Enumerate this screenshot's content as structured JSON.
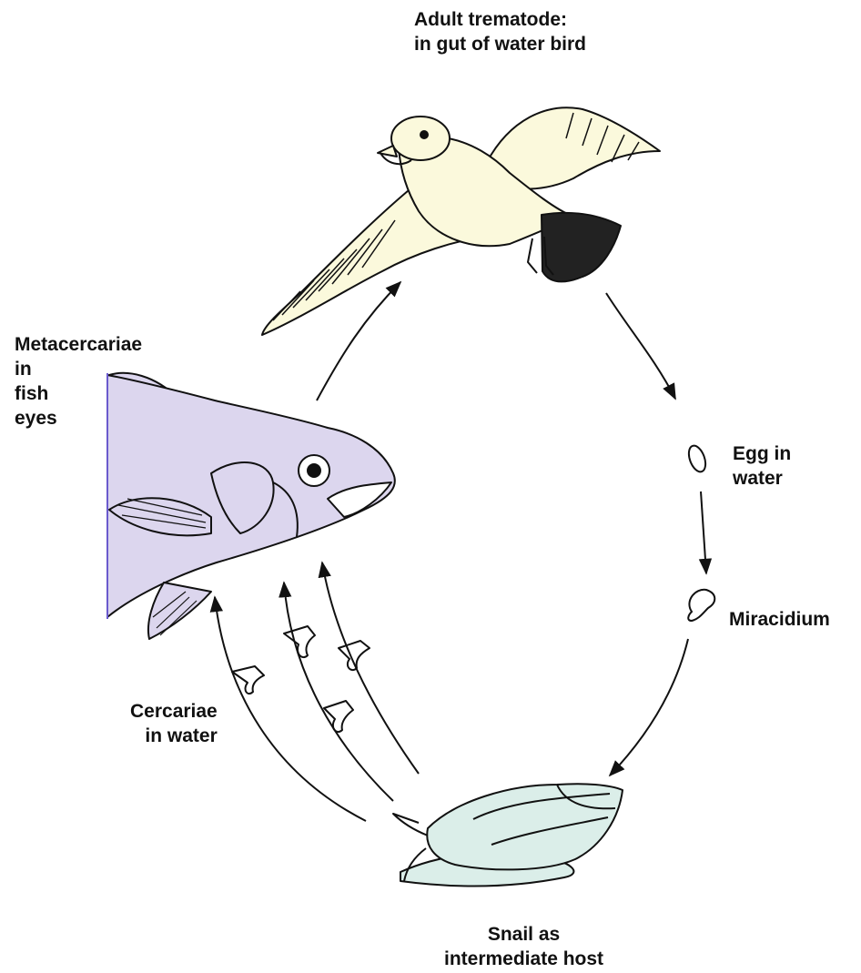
{
  "labels": {
    "adult": [
      "Adult trematode:",
      "in gut of water bird"
    ],
    "meta": [
      "Metacercariae",
      "in",
      "fish",
      "eyes"
    ],
    "egg": [
      "Egg in",
      "water"
    ],
    "miracidium": [
      "Miracidium"
    ],
    "cercariae": [
      "Cercariae",
      "in water"
    ],
    "snail": [
      "Snail as",
      "intermediate host"
    ]
  },
  "colors": {
    "bird_fill": "#fbf9dc",
    "fish_fill": "#dcd6ee",
    "snail_fill": "#dbeee9",
    "ink": "#111111",
    "frame_line": "#6a5acd"
  },
  "icons": {
    "bird": "gull-icon",
    "fish": "fish-icon",
    "snail": "snail-icon",
    "egg": "egg-icon",
    "miracidium": "miracidium-icon",
    "cercaria": "cercaria-icon"
  }
}
